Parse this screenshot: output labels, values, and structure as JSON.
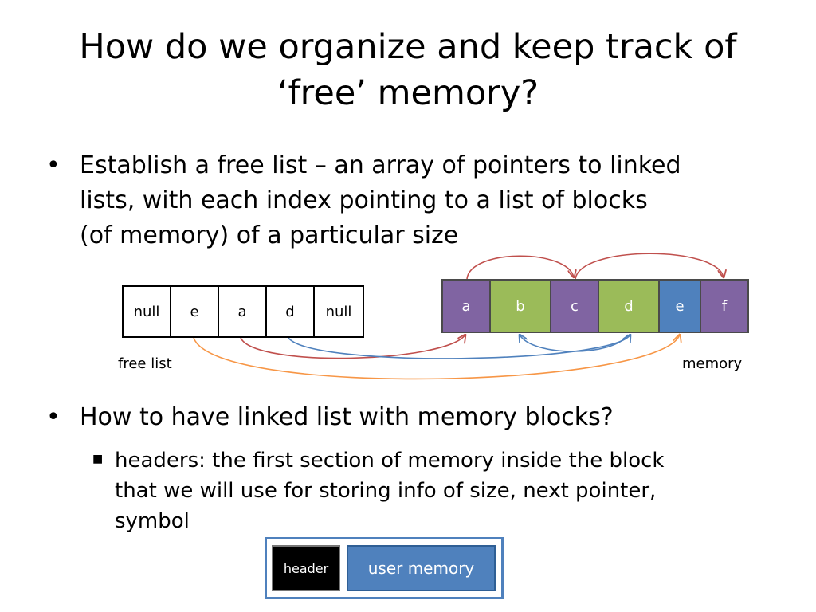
{
  "slide": {
    "title_line1": "How do we organize and keep track of",
    "title_line2": "‘free’ memory?",
    "bullet1": {
      "line1": "Establish a free list – an array of pointers to linked",
      "line2": "lists, with each index pointing to a list of blocks",
      "line3": "(of memory) of a particular size"
    },
    "bullet2": {
      "text": "How to have linked list with memory blocks?"
    },
    "sub_bullet": {
      "line1": "headers: the first section of memory inside the block",
      "line2": "that we will use for storing info of size, next pointer,",
      "line3": "symbol"
    }
  },
  "free_list": {
    "cells": [
      "null",
      "e",
      "a",
      "d",
      "null"
    ],
    "label": "free list"
  },
  "memory": {
    "label": "memory",
    "blocks": [
      {
        "label": "a",
        "color": "#8064a2"
      },
      {
        "label": "b",
        "color": "#9bbb59"
      },
      {
        "label": "c",
        "color": "#8064a2"
      },
      {
        "label": "d",
        "color": "#9bbb59"
      },
      {
        "label": "e",
        "color": "#4f81bd"
      },
      {
        "label": "f",
        "color": "#8064a2"
      }
    ]
  },
  "block_diagram": {
    "header_label": "header",
    "user_label": "user memory"
  },
  "colors": {
    "arrow_red": "#c0504d",
    "arrow_blue": "#4f81bd",
    "arrow_orange": "#f79646"
  }
}
